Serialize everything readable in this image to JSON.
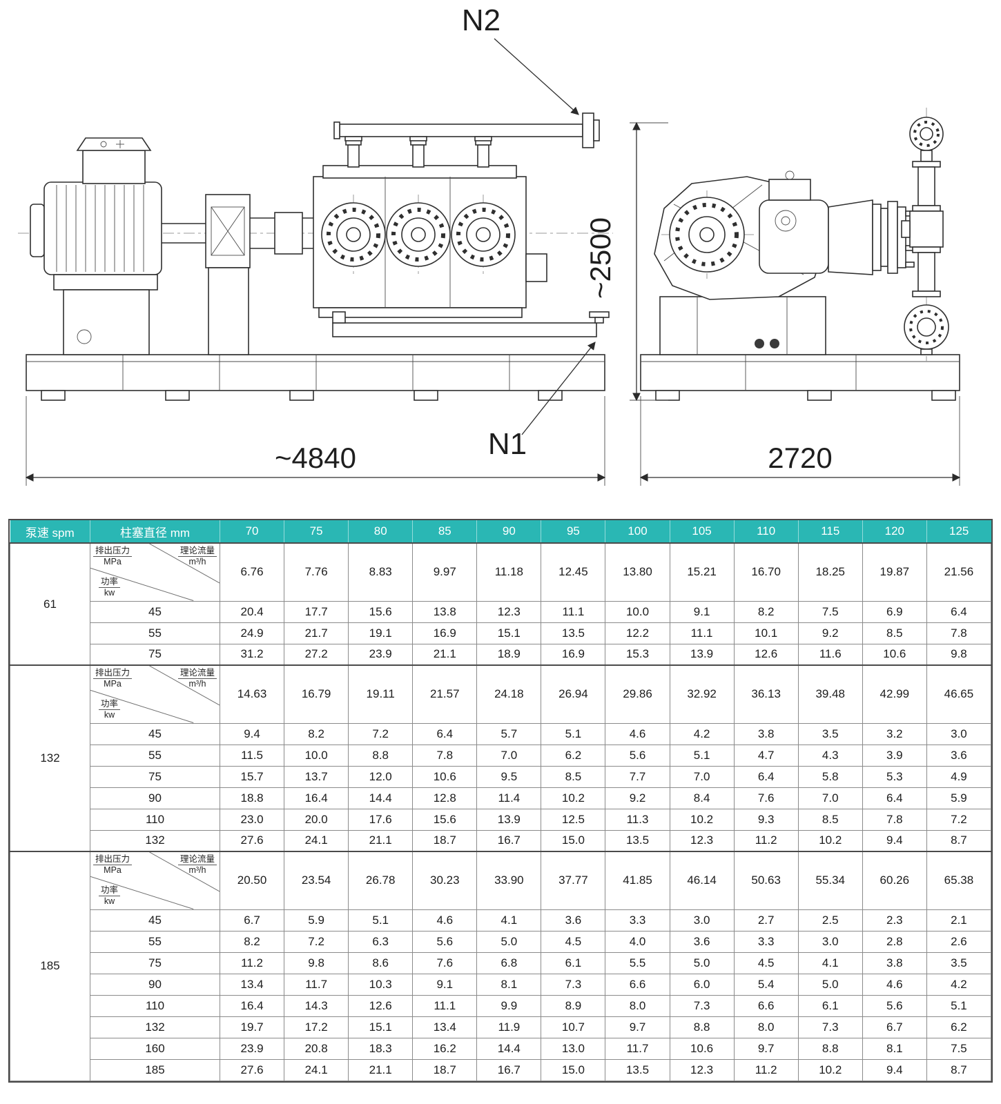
{
  "page": {
    "background": "#ffffff",
    "accent_teal": "#2ab7b4"
  },
  "drawing": {
    "nozzle_top_label": "N2",
    "nozzle_bottom_label": "N1",
    "dim_length": "~4840",
    "dim_height": "~2500",
    "dim_width": "2720"
  },
  "table": {
    "header": {
      "pump_speed_label": "泵速 spm",
      "plunger_diameter_label": "柱塞直径 mm",
      "diameters": [
        "70",
        "75",
        "80",
        "85",
        "90",
        "95",
        "100",
        "105",
        "110",
        "115",
        "120",
        "125"
      ]
    },
    "corner": {
      "pressure_label": "排出压力",
      "pressure_unit": "MPa",
      "flow_label": "理论流量",
      "flow_unit": "m³/h",
      "power_label": "功率",
      "power_unit": "kw"
    },
    "sections": [
      {
        "speed": "61",
        "flow": [
          "6.76",
          "7.76",
          "8.83",
          "9.97",
          "11.18",
          "12.45",
          "13.80",
          "15.21",
          "16.70",
          "18.25",
          "19.87",
          "21.56"
        ],
        "power_rows": [
          {
            "pressure": "45",
            "values": [
              "20.4",
              "17.7",
              "15.6",
              "13.8",
              "12.3",
              "11.1",
              "10.0",
              "9.1",
              "8.2",
              "7.5",
              "6.9",
              "6.4"
            ]
          },
          {
            "pressure": "55",
            "values": [
              "24.9",
              "21.7",
              "19.1",
              "16.9",
              "15.1",
              "13.5",
              "12.2",
              "11.1",
              "10.1",
              "9.2",
              "8.5",
              "7.8"
            ]
          },
          {
            "pressure": "75",
            "values": [
              "31.2",
              "27.2",
              "23.9",
              "21.1",
              "18.9",
              "16.9",
              "15.3",
              "13.9",
              "12.6",
              "11.6",
              "10.6",
              "9.8"
            ]
          }
        ]
      },
      {
        "speed": "132",
        "flow": [
          "14.63",
          "16.79",
          "19.11",
          "21.57",
          "24.18",
          "26.94",
          "29.86",
          "32.92",
          "36.13",
          "39.48",
          "42.99",
          "46.65"
        ],
        "power_rows": [
          {
            "pressure": "45",
            "values": [
              "9.4",
              "8.2",
              "7.2",
              "6.4",
              "5.7",
              "5.1",
              "4.6",
              "4.2",
              "3.8",
              "3.5",
              "3.2",
              "3.0"
            ]
          },
          {
            "pressure": "55",
            "values": [
              "11.5",
              "10.0",
              "8.8",
              "7.8",
              "7.0",
              "6.2",
              "5.6",
              "5.1",
              "4.7",
              "4.3",
              "3.9",
              "3.6"
            ]
          },
          {
            "pressure": "75",
            "values": [
              "15.7",
              "13.7",
              "12.0",
              "10.6",
              "9.5",
              "8.5",
              "7.7",
              "7.0",
              "6.4",
              "5.8",
              "5.3",
              "4.9"
            ]
          },
          {
            "pressure": "90",
            "values": [
              "18.8",
              "16.4",
              "14.4",
              "12.8",
              "11.4",
              "10.2",
              "9.2",
              "8.4",
              "7.6",
              "7.0",
              "6.4",
              "5.9"
            ]
          },
          {
            "pressure": "110",
            "values": [
              "23.0",
              "20.0",
              "17.6",
              "15.6",
              "13.9",
              "12.5",
              "11.3",
              "10.2",
              "9.3",
              "8.5",
              "7.8",
              "7.2"
            ]
          },
          {
            "pressure": "132",
            "values": [
              "27.6",
              "24.1",
              "21.1",
              "18.7",
              "16.7",
              "15.0",
              "13.5",
              "12.3",
              "11.2",
              "10.2",
              "9.4",
              "8.7"
            ]
          }
        ]
      },
      {
        "speed": "185",
        "flow": [
          "20.50",
          "23.54",
          "26.78",
          "30.23",
          "33.90",
          "37.77",
          "41.85",
          "46.14",
          "50.63",
          "55.34",
          "60.26",
          "65.38"
        ],
        "power_rows": [
          {
            "pressure": "45",
            "values": [
              "6.7",
              "5.9",
              "5.1",
              "4.6",
              "4.1",
              "3.6",
              "3.3",
              "3.0",
              "2.7",
              "2.5",
              "2.3",
              "2.1"
            ]
          },
          {
            "pressure": "55",
            "values": [
              "8.2",
              "7.2",
              "6.3",
              "5.6",
              "5.0",
              "4.5",
              "4.0",
              "3.6",
              "3.3",
              "3.0",
              "2.8",
              "2.6"
            ]
          },
          {
            "pressure": "75",
            "values": [
              "11.2",
              "9.8",
              "8.6",
              "7.6",
              "6.8",
              "6.1",
              "5.5",
              "5.0",
              "4.5",
              "4.1",
              "3.8",
              "3.5"
            ]
          },
          {
            "pressure": "90",
            "values": [
              "13.4",
              "11.7",
              "10.3",
              "9.1",
              "8.1",
              "7.3",
              "6.6",
              "6.0",
              "5.4",
              "5.0",
              "4.6",
              "4.2"
            ]
          },
          {
            "pressure": "110",
            "values": [
              "16.4",
              "14.3",
              "12.6",
              "11.1",
              "9.9",
              "8.9",
              "8.0",
              "7.3",
              "6.6",
              "6.1",
              "5.6",
              "5.1"
            ]
          },
          {
            "pressure": "132",
            "values": [
              "19.7",
              "17.2",
              "15.1",
              "13.4",
              "11.9",
              "10.7",
              "9.7",
              "8.8",
              "8.0",
              "7.3",
              "6.7",
              "6.2"
            ]
          },
          {
            "pressure": "160",
            "values": [
              "23.9",
              "20.8",
              "18.3",
              "16.2",
              "14.4",
              "13.0",
              "11.7",
              "10.6",
              "9.7",
              "8.8",
              "8.1",
              "7.5"
            ]
          },
          {
            "pressure": "185",
            "values": [
              "27.6",
              "24.1",
              "21.1",
              "18.7",
              "16.7",
              "15.0",
              "13.5",
              "12.3",
              "11.2",
              "10.2",
              "9.4",
              "8.7"
            ]
          }
        ]
      }
    ]
  }
}
